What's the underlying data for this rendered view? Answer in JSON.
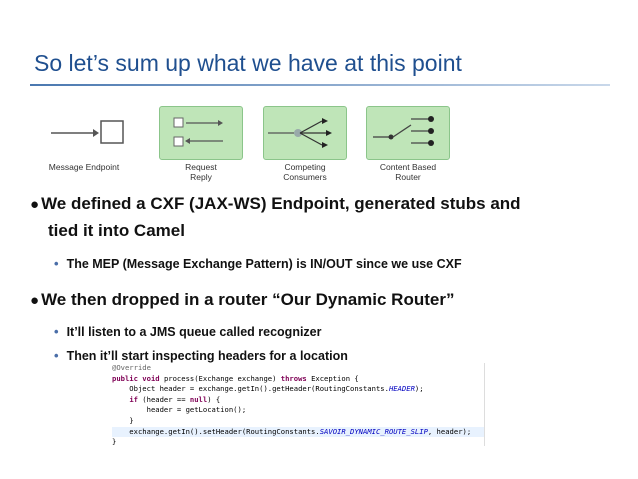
{
  "slide": {
    "title": "So let’s sum up what we have at this point",
    "patterns": [
      {
        "label": "Message Endpoint",
        "icon": "message-endpoint-icon"
      },
      {
        "label": "Request\nReply",
        "icon": "request-reply-icon"
      },
      {
        "label": "Competing\nConsumers",
        "icon": "competing-consumers-icon"
      },
      {
        "label": "Content Based\nRouter",
        "icon": "content-based-router-icon"
      }
    ],
    "bullets": [
      {
        "line1": "We defined a CXF (JAX-WS) Endpoint, generated stubs and",
        "line2": "tied it into Camel",
        "sub": [
          "The MEP (Message Exchange Pattern) is IN/OUT since we use CXF"
        ]
      },
      {
        "line1": "We then dropped in a router “Our Dynamic Router”",
        "sub": [
          "It’ll listen to a JMS queue called recognizer",
          "Then it’ll start inspecting headers for a location"
        ]
      }
    ],
    "code": [
      {
        "segs": [
          {
            "t": "@Override",
            "c": "ann"
          }
        ]
      },
      {
        "segs": [
          {
            "t": "public void ",
            "c": "kw"
          },
          {
            "t": "process(Exchange exchange) "
          },
          {
            "t": "throws ",
            "c": "kw"
          },
          {
            "t": "Exception {"
          }
        ]
      },
      {
        "segs": [
          {
            "t": "    Object header = exchange.getIn().getHeader(RoutingConstants."
          },
          {
            "t": "HEADER",
            "c": "const"
          },
          {
            "t": ");"
          }
        ]
      },
      {
        "segs": [
          {
            "t": "    "
          },
          {
            "t": "if ",
            "c": "kw"
          },
          {
            "t": "(header == "
          },
          {
            "t": "null",
            "c": "kw"
          },
          {
            "t": ") {"
          }
        ]
      },
      {
        "segs": [
          {
            "t": "        header = getLocation();"
          }
        ]
      },
      {
        "segs": [
          {
            "t": "    }"
          }
        ]
      },
      {
        "segs": [
          {
            "t": "    exchange.getIn().setHeader(RoutingConstants."
          },
          {
            "t": "SAVOIR_DYNAMIC_ROUTE_SLIP",
            "c": "const"
          },
          {
            "t": ", header);"
          }
        ],
        "hl": true
      },
      {
        "segs": [
          {
            "t": "}"
          }
        ]
      }
    ],
    "colors": {
      "title": "#1f4f8f",
      "pattern_bg": "#bfe5b8",
      "bullet_dot": "#4a6ea8"
    }
  }
}
